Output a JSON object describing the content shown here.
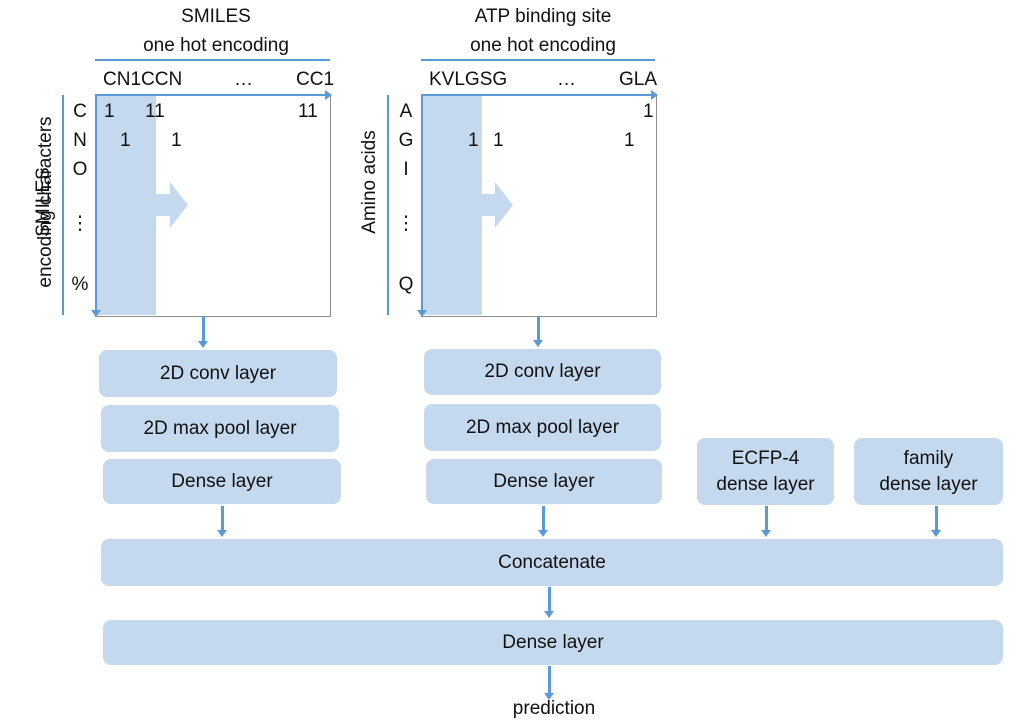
{
  "smiles_panel": {
    "header_line1": "SMILES",
    "header_line2": "one hot encoding",
    "col_first": "CN1CCN",
    "col_ellipsis": "…",
    "col_last": "CC1",
    "side_label_line1": "SMILES",
    "side_label_line2": "encoding characters",
    "rows": [
      "C",
      "N",
      "O",
      "⋮",
      "%"
    ],
    "cells": {
      "c_r1_a": "1",
      "c_r1_b": "11",
      "c_r1_c": "11",
      "c_r2_a": "1",
      "c_r2_b": "1"
    }
  },
  "atp_panel": {
    "header_line1": "ATP binding site",
    "header_line2": "one hot encoding",
    "col_first": "KVLGSG",
    "col_ellipsis": "…",
    "col_last": "GLA",
    "side_label": "Amino acids",
    "rows": [
      "A",
      "G",
      "I",
      "⋮",
      "Q"
    ],
    "cells": {
      "c_r1_a": "1",
      "c_r2_a": "1",
      "c_r2_b": "1",
      "c_r2_c": "1"
    }
  },
  "layers": {
    "left_conv": "2D conv layer",
    "left_pool": "2D max pool layer",
    "left_dense": "Dense layer",
    "right_conv": "2D conv layer",
    "right_pool": "2D max pool layer",
    "right_dense": "Dense layer",
    "ecfp": "ECFP-4\ndense layer",
    "family": "family\ndense layer",
    "concatenate": "Concatenate",
    "final_dense": "Dense layer"
  },
  "output_label": "prediction",
  "colors": {
    "box_fill": "#c5d9ee",
    "arrow": "#5b9bd5",
    "matrix_border": "#8e8e8e"
  }
}
